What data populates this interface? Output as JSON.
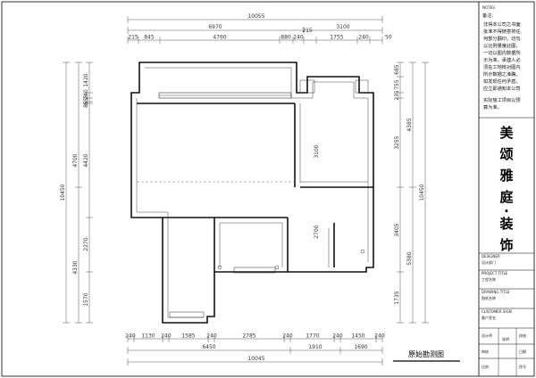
{
  "drawing": {
    "title": "原始勘测图",
    "top_dims": {
      "overall": "10055",
      "row2": [
        "6970",
        "3100"
      ],
      "row3": [
        "215",
        "845",
        "4760",
        "880",
        "240",
        "215",
        "1755",
        "240",
        "50"
      ]
    },
    "bottom_dims": {
      "row1": [
        "240",
        "1130",
        "240",
        "1585",
        "240",
        "2785",
        "240",
        "1770",
        "240",
        "1450",
        "240"
      ],
      "row2": [
        "6450",
        "1910",
        "1690"
      ],
      "overall": "10045"
    },
    "left_dims": {
      "overall": "10450",
      "row1": [
        "1420",
        "240",
        "655",
        "85",
        "4420",
        "2270",
        "1570"
      ],
      "row2": [
        "4700",
        "4330"
      ]
    },
    "right_dims": {
      "overall": "10450",
      "row1": [
        "685",
        "755",
        "235",
        "3255",
        "3405",
        "1735"
      ],
      "row2": [
        "4385",
        "5380"
      ]
    },
    "interior_dims": [
      "3100",
      "2700"
    ]
  },
  "title_block": {
    "notes_heading": "NOTES:",
    "notes_label": "备注:",
    "notes_text": [
      "非得本公司之书面",
      "批准不得随意将任",
      "何部分翻印。切勿",
      "以比例量度此图，",
      "一切以图内数据所",
      "示为准。承建人必",
      "须在工地核对图内",
      "所示数据之准确。",
      "如发现任何矛盾，",
      "应立即通知本公司",
      "实际施工项目以预",
      "算为准。"
    ],
    "brand": [
      "美",
      "颂",
      "雅",
      "庭",
      "·",
      "装",
      "饰"
    ],
    "fields": [
      {
        "label": "DESIGNER",
        "value": "设计部门"
      },
      {
        "label": "PROJECT TITLE",
        "value": "工程名称"
      },
      {
        "label": "DRAWING TITLE",
        "value": "图纸名称"
      },
      {
        "label": "CUSTOMER SIGN",
        "value": "客户签名"
      }
    ],
    "bottom_cells": [
      [
        "设计师",
        "张明",
        "校核"
      ],
      [
        "审核",
        "",
        "日期"
      ],
      [
        "比例",
        "",
        "序号"
      ]
    ]
  }
}
